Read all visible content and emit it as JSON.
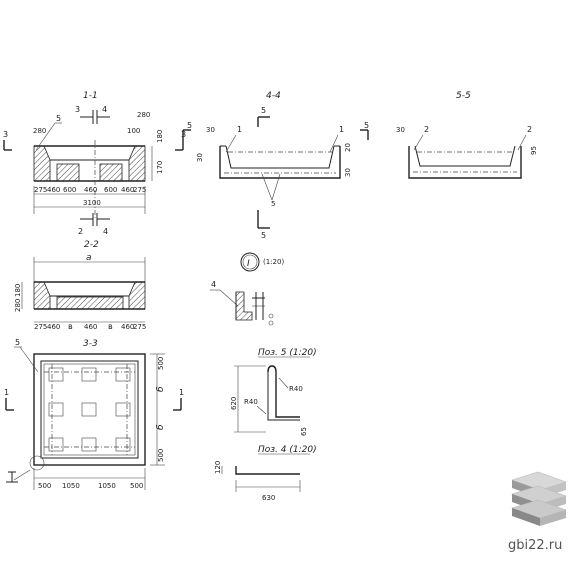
{
  "sections": {
    "s11": "1-1",
    "s22": "2-2",
    "s33": "3-3",
    "s44": "4-4",
    "s55": "5-5"
  },
  "cut_marks": {
    "one": "1",
    "two": "2",
    "three": "3",
    "four": "4",
    "five": "5"
  },
  "node_mark": {
    "letter": "I",
    "scale": "(1:20)"
  },
  "positions": {
    "pos5_label": "Поз. 5 (1:20)",
    "pos4_label": "Поз. 4 (1:20)",
    "pos5_height": "620",
    "pos5_bend_a": "R40",
    "pos5_bend_b": "R40",
    "pos5_foot": "65",
    "pos4_height": "120",
    "pos4_length": "630"
  },
  "dims_11": {
    "left_top": "280",
    "right_top": "280",
    "right_mid": "100",
    "right_side": "180",
    "right_h": "170",
    "segments": [
      "275",
      "460",
      "600",
      "460",
      "600",
      "460",
      "275"
    ],
    "total": "3100",
    "callout": "5"
  },
  "dims_22": {
    "top": "a",
    "left_h1": "180",
    "left_h2": "280",
    "segments": [
      "275",
      "460",
      "в",
      "460",
      "в",
      "460",
      "275"
    ]
  },
  "dims_33": {
    "callout": "5",
    "bottom": [
      "500",
      "1050",
      "1050",
      "500"
    ],
    "right": [
      "500",
      "б",
      "б",
      "500"
    ]
  },
  "dims_44": {
    "left_cut": "5",
    "left_top": "30",
    "left_side": "30",
    "right_top": "20",
    "right_side": "30",
    "call_1a": "1",
    "call_1b": "1",
    "call_bottom": "5"
  },
  "dims_55": {
    "left_top": "30",
    "right_side": "95",
    "call_2a": "2",
    "call_2b": "2"
  },
  "detail_i": {
    "callout": "4"
  },
  "watermark": "gbi22.ru"
}
